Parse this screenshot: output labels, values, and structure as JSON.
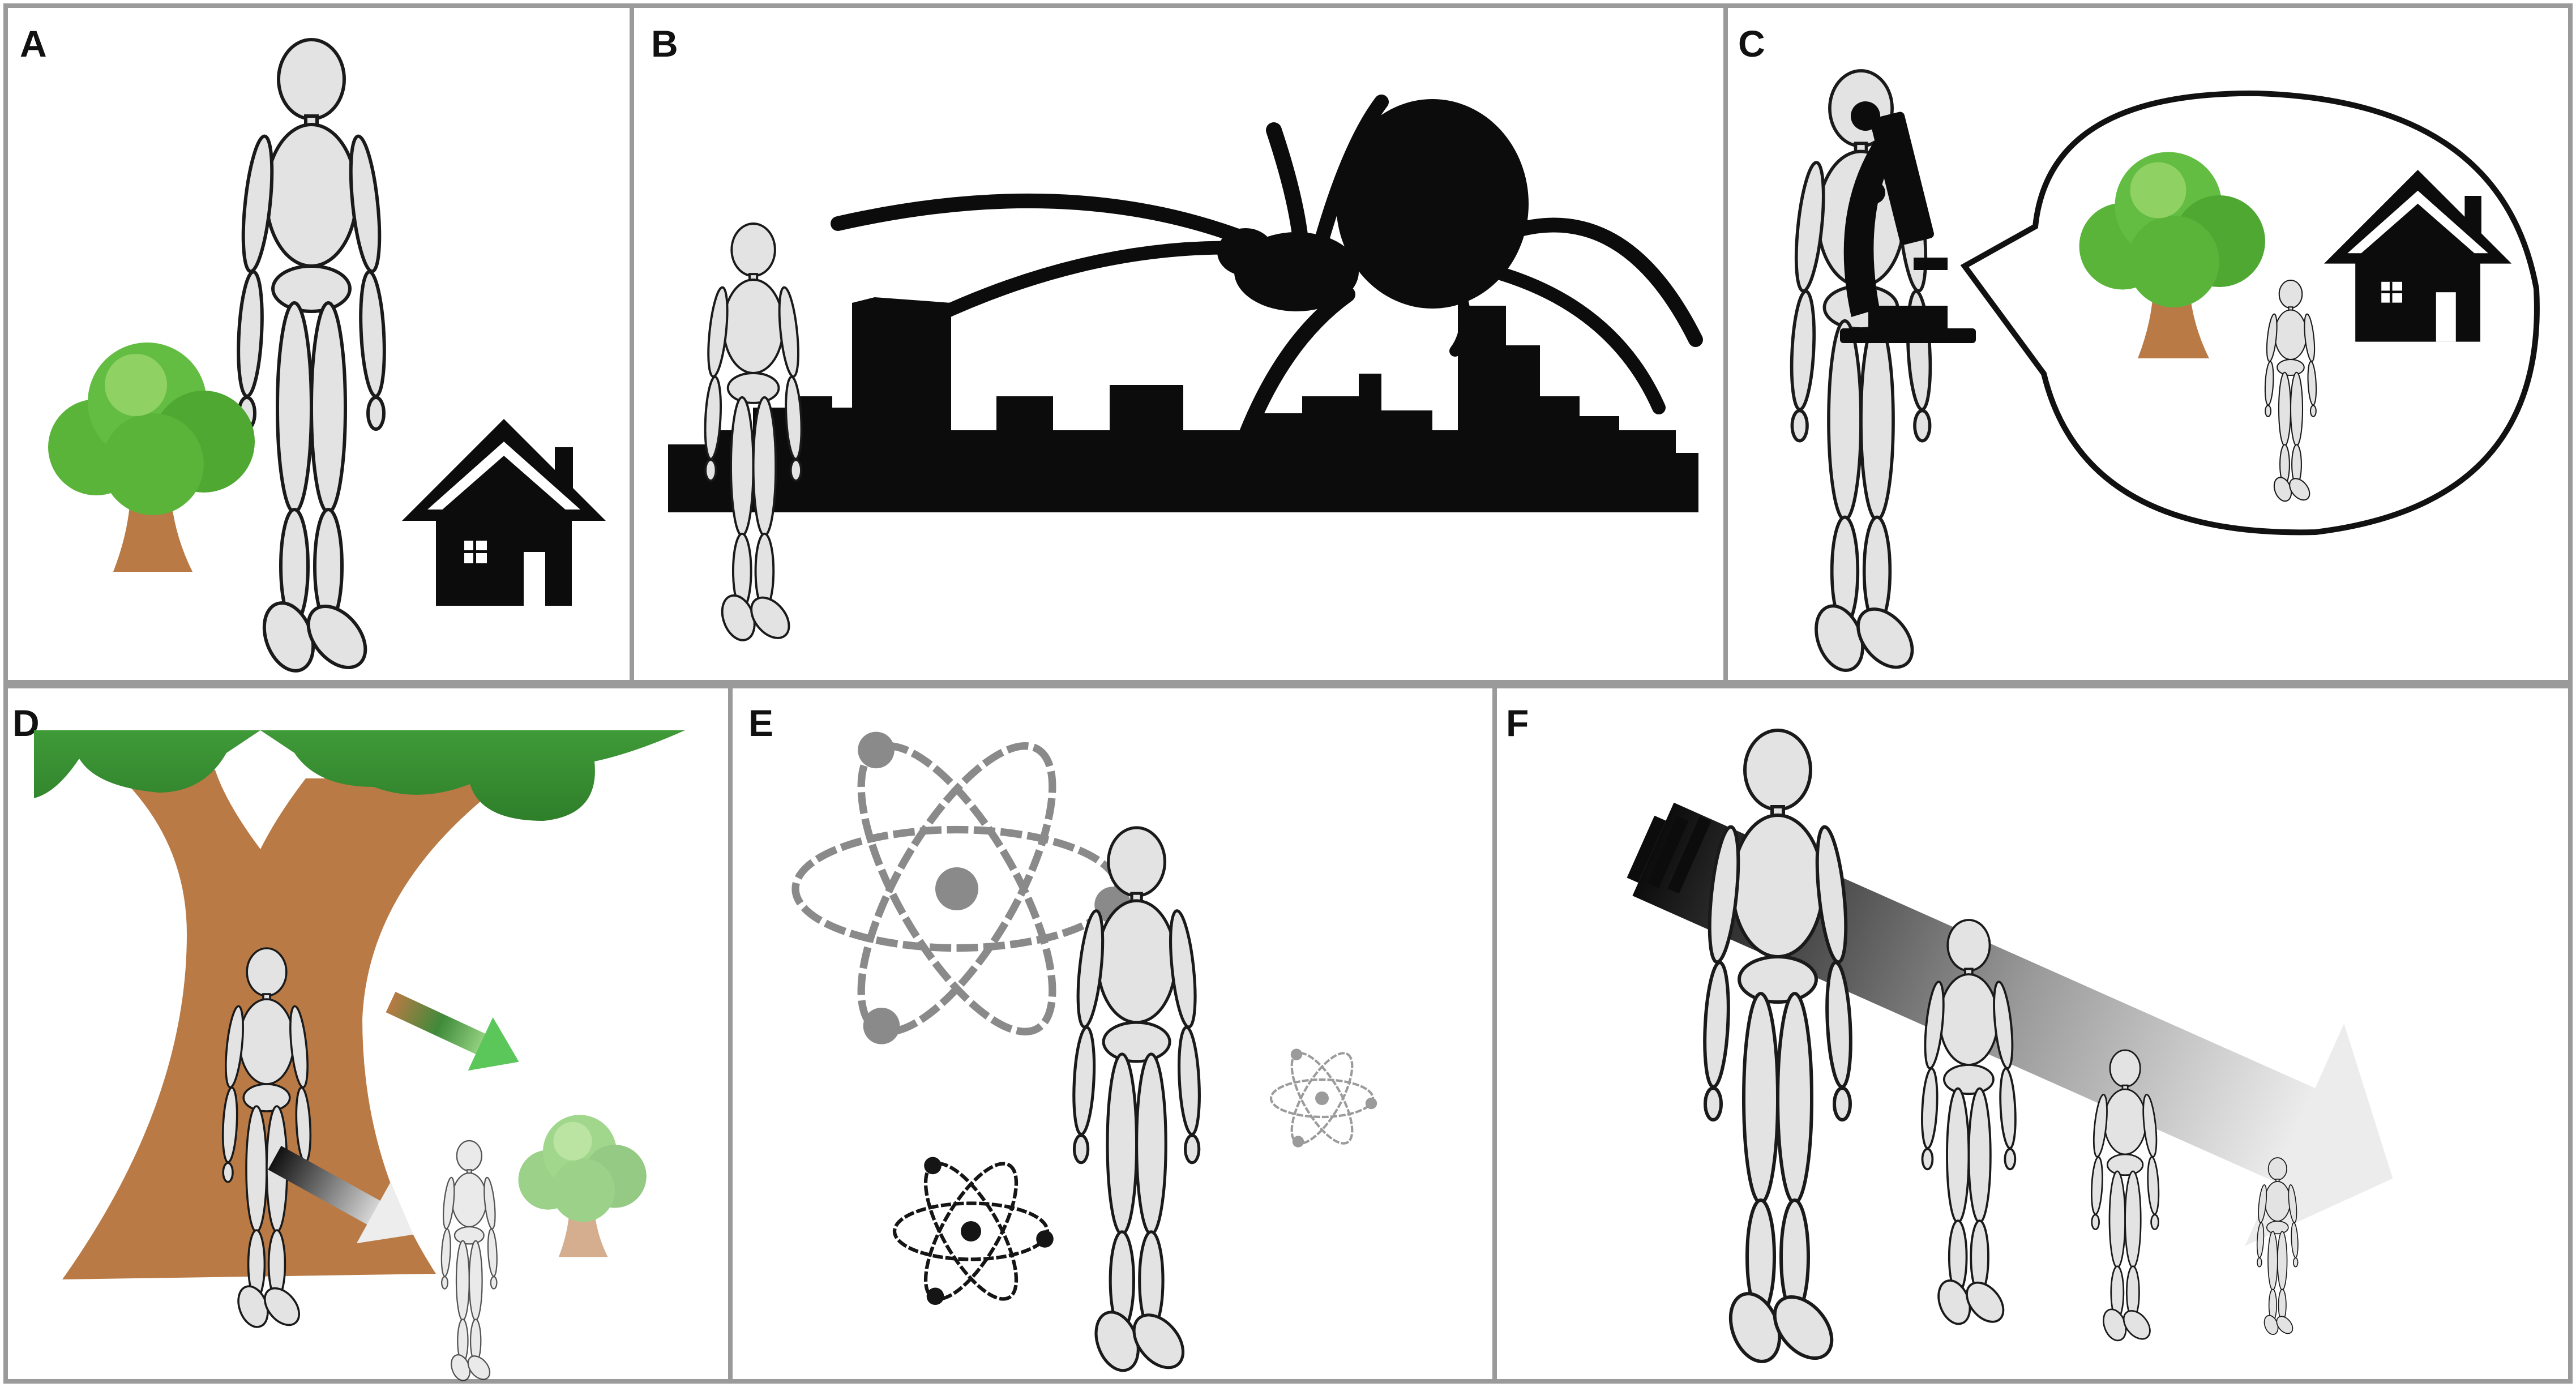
{
  "panels": [
    {
      "id": "A",
      "label": "A"
    },
    {
      "id": "B",
      "label": "B"
    },
    {
      "id": "C",
      "label": "C"
    },
    {
      "id": "D",
      "label": "D"
    },
    {
      "id": "E",
      "label": "E"
    },
    {
      "id": "F",
      "label": "F"
    }
  ],
  "colors": {
    "border": "#9a9a9a",
    "figure_fill": "#e3e3e3",
    "figure_stroke": "#1a1a1a",
    "tree_green": "#5ab43a",
    "tree_trunk": "#b97a45",
    "silhouette": "#0c0c0c",
    "atom_grey": "#8a8a8a"
  },
  "icons": [
    "mannequin-figure",
    "tree-icon",
    "house-icon",
    "spider-silhouette",
    "city-skyline",
    "microscope-icon",
    "speech-bubble",
    "atom-icon",
    "gradient-arrow"
  ]
}
